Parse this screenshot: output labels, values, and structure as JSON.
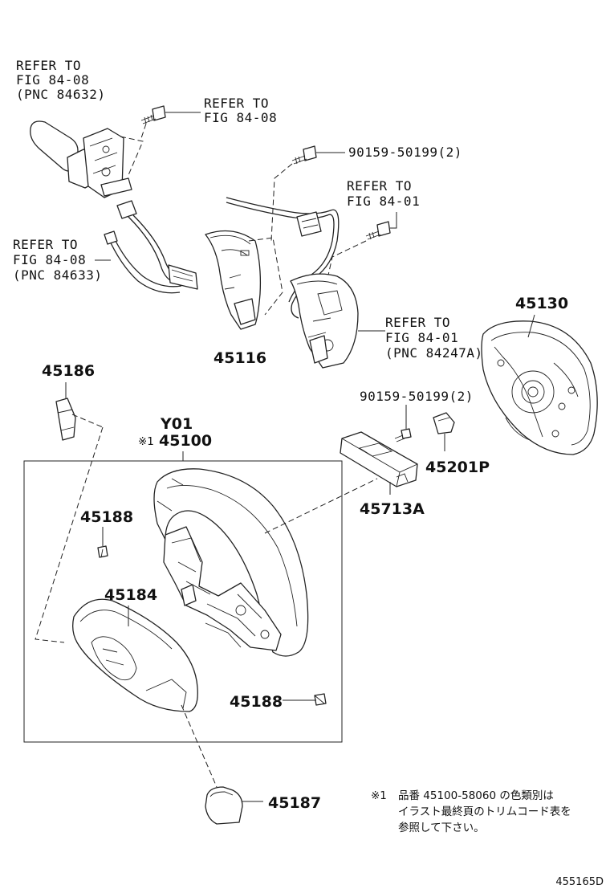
{
  "refs": {
    "tl": [
      "REFER TO",
      "FIG 84-08",
      "(PNC 84632)"
    ],
    "bolt_top": [
      "REFER TO",
      "FIG 84-08"
    ],
    "left_mid": [
      "REFER TO",
      "FIG 84-08",
      "(PNC 84633)"
    ],
    "center_top": [
      "REFER TO",
      "FIG 84-01"
    ],
    "right_mid": [
      "REFER TO",
      "FIG 84-01",
      "(PNC 84247A)"
    ]
  },
  "parts": {
    "bolt_a": "90159-50199(2)",
    "bolt_b": "90159-50199(2)",
    "p45116": "45116",
    "p45130": "45130",
    "p45186": "45186",
    "y01": "Y01",
    "note_mark": "※1",
    "p45100": "45100",
    "p45201P": "45201P",
    "p45713A": "45713A",
    "p45188_top": "45188",
    "p45184": "45184",
    "p45188_bottom": "45188",
    "p45187": "45187"
  },
  "note": {
    "mark": "※1",
    "lines": [
      "品番 45100-58060 の色類別は",
      "イラスト最終頁のトリムコード表を",
      "参照して下さい。"
    ]
  },
  "figure_code": "455165D"
}
